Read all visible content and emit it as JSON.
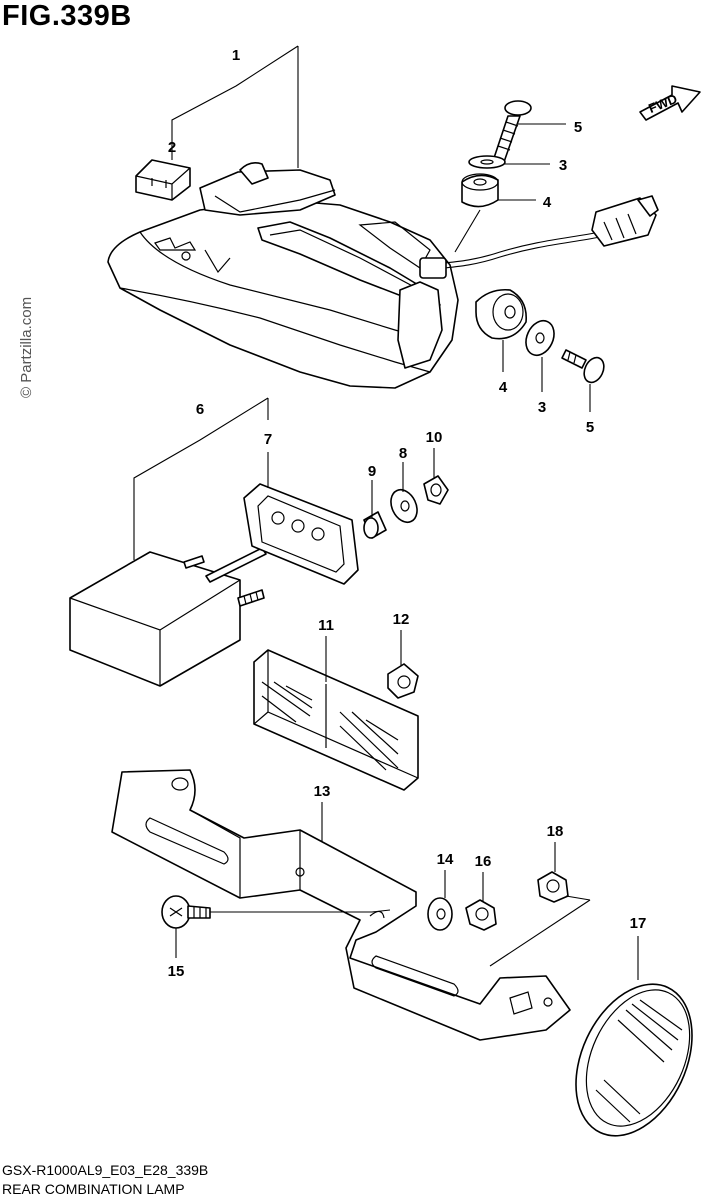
{
  "figure": {
    "title": "FIG.339B",
    "watermark": "© Partzilla.com",
    "direction_label": "FWD",
    "footer_code": "GSX-R1000AL9_E03_E28_339B",
    "footer_name": "REAR COMBINATION LAMP"
  },
  "callouts": {
    "n1": "1",
    "n2": "2",
    "n3a": "3",
    "n3b": "3",
    "n4a": "4",
    "n4b": "4",
    "n5a": "5",
    "n5b": "5",
    "n6": "6",
    "n7": "7",
    "n8": "8",
    "n9": "9",
    "n10": "10",
    "n11": "11",
    "n12": "12",
    "n13": "13",
    "n14": "14",
    "n15": "15",
    "n16": "16",
    "n17": "17",
    "n18": "18"
  }
}
